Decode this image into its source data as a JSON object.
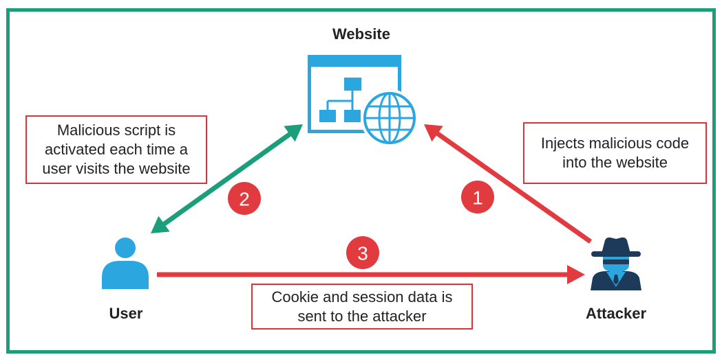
{
  "diagram": {
    "website": {
      "label": "Website",
      "icon": "browser-sitemap-icon",
      "overlay_icon": "globe-icon"
    },
    "user": {
      "label": "User",
      "icon": "user-icon"
    },
    "attacker": {
      "label": "Attacker",
      "icon": "attacker-spy-icon"
    },
    "steps": [
      {
        "number": "1",
        "lines": [
          "Injects malicious code",
          "into the website"
        ]
      },
      {
        "number": "2",
        "lines": [
          "Malicious script is",
          "activated each time a",
          "user visits the website"
        ]
      },
      {
        "number": "3",
        "lines": [
          "Cookie and session data is",
          "sent to the attacker"
        ]
      }
    ]
  },
  "colors": {
    "frame": "#1b9e7a",
    "green_arrow": "#1b9e7a",
    "red": "#e13a3f",
    "box_border": "#d4343c",
    "blue": "#2ba6df",
    "navy": "#1d3a5a",
    "text": "#222222"
  }
}
